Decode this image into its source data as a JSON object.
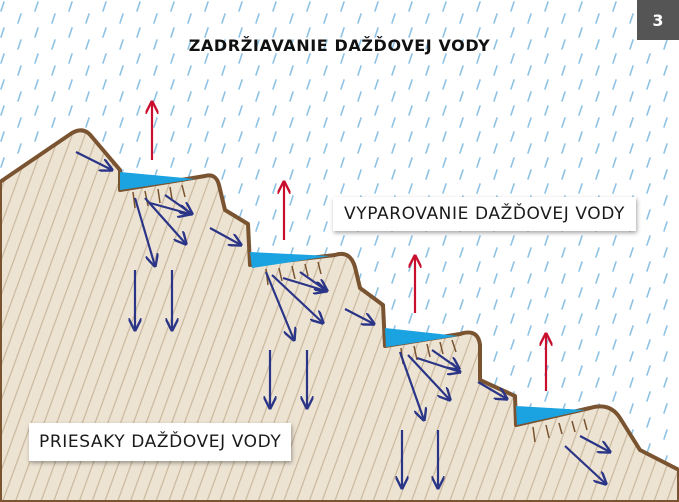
{
  "title": "ZADRŽIAVANIE DAŽĎOVEJ VODY",
  "page_number": "3",
  "labels": {
    "evaporation": "VYPAROVANIE DAŽĎOVEJ VODY",
    "seepage": "PRIESAKY DAŽĎOVEJ VODY"
  },
  "colors": {
    "rain": "#8ec2e4",
    "soil": "#ede3d3",
    "soil_hatch": "#c9b89c",
    "terrain_outline": "#7a5330",
    "water": "#1aa3e0",
    "water_arrows": "#2b3587",
    "evaporation_arrows": "#c8102e",
    "badge": "#555555"
  }
}
